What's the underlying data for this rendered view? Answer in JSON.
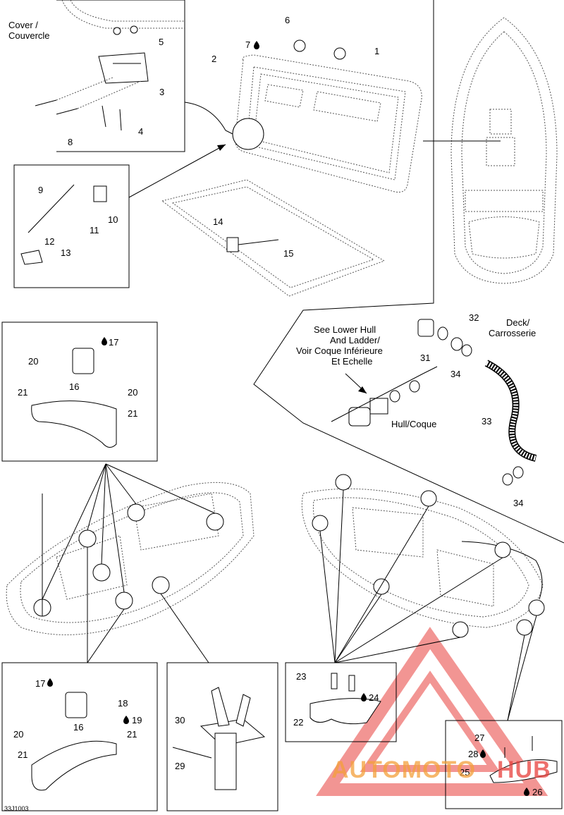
{
  "labels": {
    "p1": "1",
    "p2": "2",
    "p3": "3",
    "p4": "4",
    "p5": "5",
    "p6": "6",
    "p7": "7",
    "p8": "8",
    "p9": "9",
    "p10": "10",
    "p11": "11",
    "p12": "12",
    "p13": "13",
    "p14": "14",
    "p15": "15",
    "p16a": "16",
    "p16b": "16",
    "p17a": "17",
    "p17b": "17",
    "p18": "18",
    "p19": "19",
    "p20a": "20",
    "p20b": "20",
    "p20c": "20",
    "p21a": "21",
    "p21b": "21",
    "p21c": "21",
    "p21d": "21",
    "p22": "22",
    "p23": "23",
    "p24": "24",
    "p25": "25",
    "p26": "26",
    "p27": "27",
    "p28": "28",
    "p29": "29",
    "p30": "30",
    "p31": "31",
    "p32": "32",
    "p33": "33",
    "p34a": "34",
    "p34b": "34"
  },
  "text": {
    "cover_1": "Cover /",
    "cover_2": "Couvercle",
    "deck_1": "Deck/",
    "deck_2": "Carrosserie",
    "see_1": "See Lower Hull",
    "see_2": "And Ladder/",
    "see_3": "Voir Coque Inférieure",
    "see_4": "Et Echelle",
    "hull": "Hull/Coque",
    "code": "33J1003",
    "watermark_a": "AUTOMOTO",
    "watermark_b": "HUB"
  },
  "colors": {
    "watermark_red": "#e8403c",
    "watermark_orange": "#f4a03a"
  }
}
